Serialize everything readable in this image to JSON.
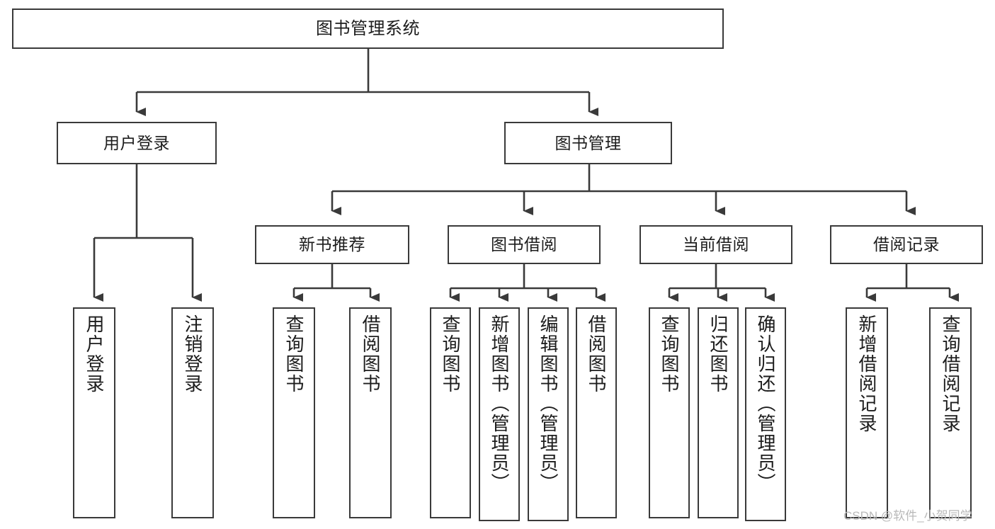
{
  "diagram": {
    "type": "tree-hierarchy",
    "title": "图书管理系统",
    "orientation": "top-down",
    "colors": {
      "box_border": "#3a3a3a",
      "box_fill": "#ffffff",
      "connector": "#3a3a3a",
      "text": "#1c1c1c",
      "watermark": "#b9b9b9",
      "background": "#ffffff"
    },
    "levels": {
      "root": {
        "label": "图书管理系统"
      },
      "level2": [
        {
          "label": "用户登录"
        },
        {
          "label": "图书管理"
        }
      ],
      "level3": [
        {
          "label": "新书推荐"
        },
        {
          "label": "图书借阅"
        },
        {
          "label": "当前借阅"
        },
        {
          "label": "借阅记录"
        }
      ],
      "leaves": {
        "user_login": [
          {
            "label": "用户登录"
          },
          {
            "label": "注销登录"
          }
        ],
        "new_book_recommend": [
          {
            "label": "查询图书"
          },
          {
            "label": "借阅图书"
          }
        ],
        "book_borrow": [
          {
            "label": "查询图书"
          },
          {
            "label": "新增图书（管理员）"
          },
          {
            "label": "编辑图书（管理员）"
          },
          {
            "label": "借阅图书"
          }
        ],
        "current_borrow": [
          {
            "label": "查询图书"
          },
          {
            "label": "归还图书"
          },
          {
            "label": "确认归还（管理员）"
          }
        ],
        "borrow_records": [
          {
            "label": "新增借阅记录"
          },
          {
            "label": "查询借阅记录"
          }
        ]
      }
    }
  },
  "watermark": {
    "text": "CSDN @软件_小贺同学"
  }
}
